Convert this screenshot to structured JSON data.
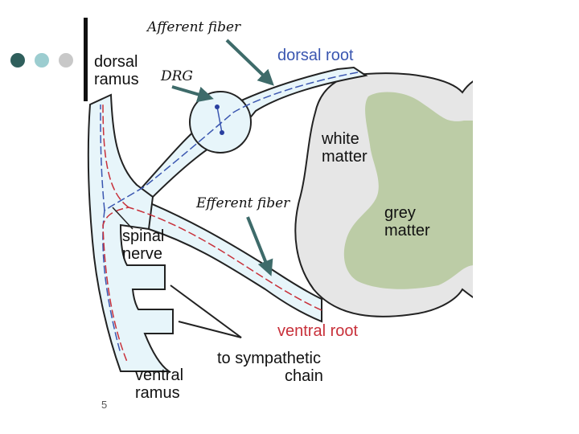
{
  "labels": {
    "afferent_fiber": "Afferent fiber",
    "dorsal_root": "dorsal root",
    "dorsal_ramus_1": "dorsal",
    "dorsal_ramus_2": "ramus",
    "drg": "DRG",
    "white_matter_1": "white",
    "white_matter_2": "matter",
    "efferent_fiber": "Efferent fiber",
    "grey_matter_1": "grey",
    "grey_matter_2": "matter",
    "spinal_nerve_1": "spinal",
    "spinal_nerve_2": "nerve",
    "ventral_root": "ventral root",
    "sympathetic_1": "to sympathetic",
    "sympathetic_2": "chain",
    "ventral_ramus_1": "ventral",
    "ventral_ramus_2": "ramus"
  },
  "page_number": "5",
  "colors": {
    "nerve_fill": "#e7f5fa",
    "nerve_stroke": "#222222",
    "white_matter": "#e6e6e6",
    "grey_matter": "#bccca6",
    "afferent_line": "#3a56b0",
    "efferent_line": "#c8303a",
    "arrow": "#3e6b6a",
    "dot_dark": "#2f5f5c",
    "dot_light": "#9ccdd0",
    "dot_grey": "#c8c8c8"
  }
}
